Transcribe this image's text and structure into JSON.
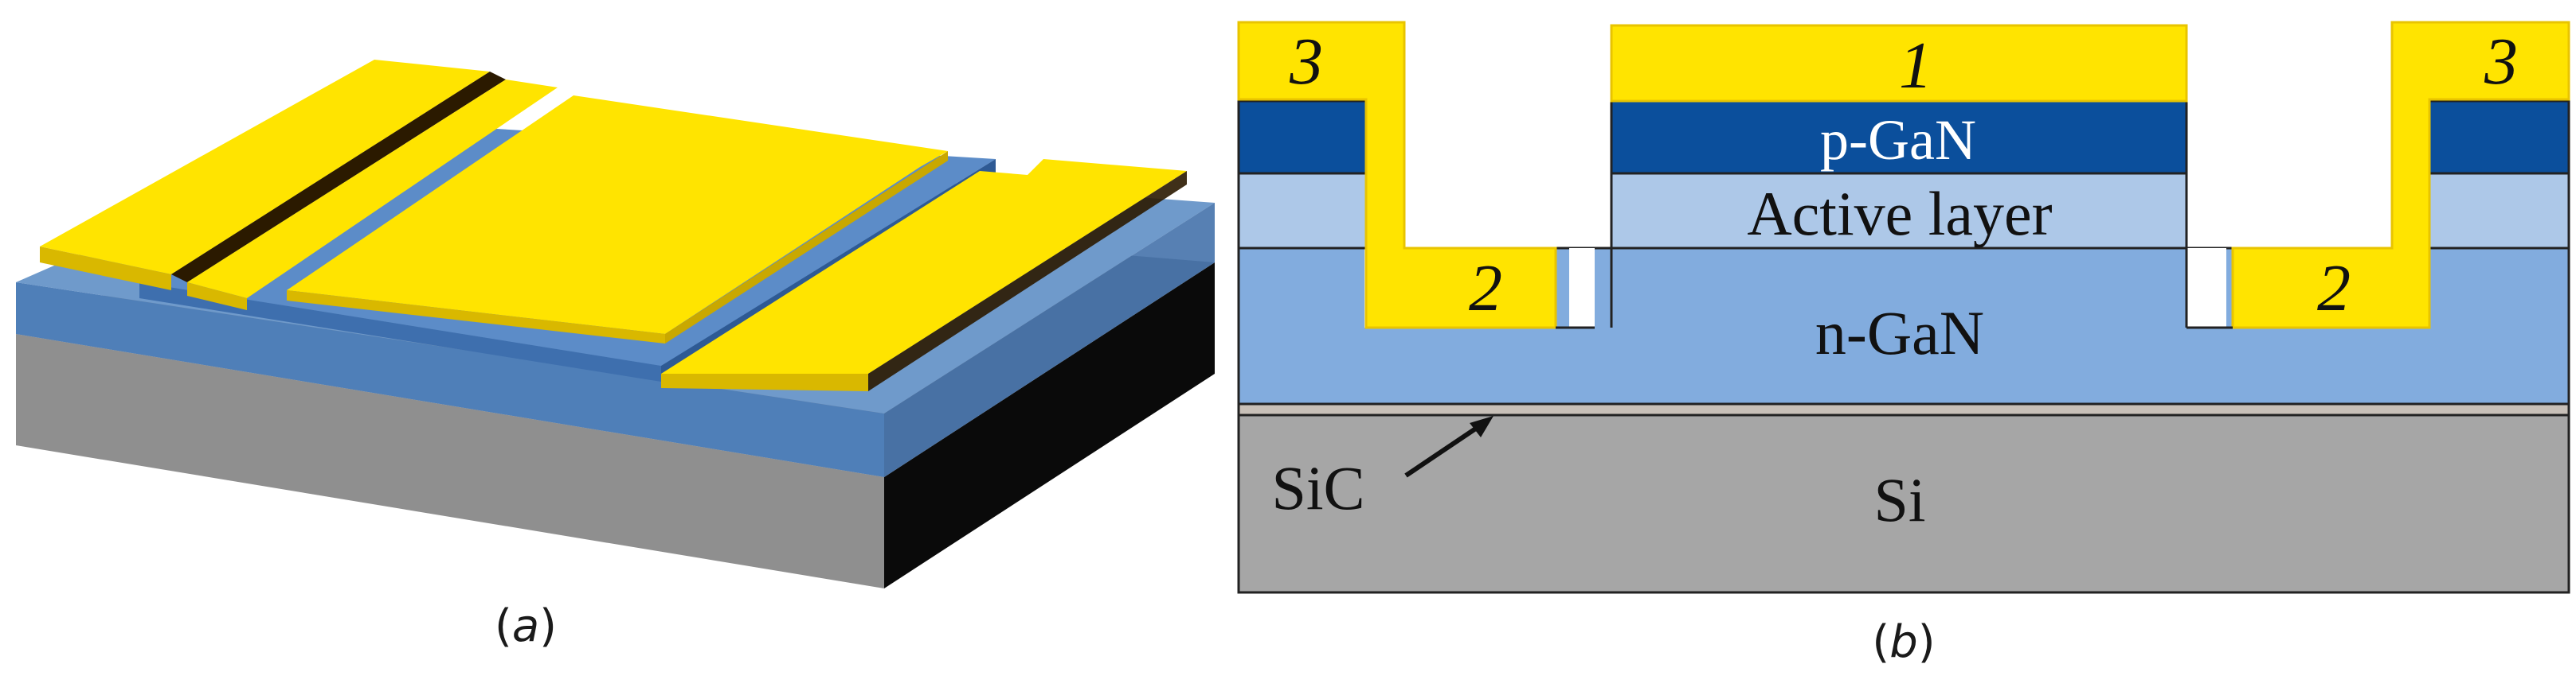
{
  "panel_a": {
    "caption_open": "(",
    "caption_letter": "a",
    "caption_close": ")"
  },
  "panel_b": {
    "caption_open": "(",
    "caption_letter": "b",
    "caption_close": ")",
    "layers": {
      "p_gan": "p-GaN",
      "active": "Active layer",
      "n_gan": "n-GaN",
      "sic": "SiC",
      "si": "Si"
    },
    "contacts": {
      "top": "1",
      "bottom_left": "2",
      "bottom_right": "2",
      "outer_left": "3",
      "outer_right": "3"
    }
  },
  "colors": {
    "gold": "#FFE400",
    "gold_edge": "#E8C400",
    "p_gan": "#0B4F9C",
    "active": "#ADC8E8",
    "n_gan": "#82ACDE",
    "si": "#A6A6A6",
    "sic": "#C8C0B8"
  }
}
